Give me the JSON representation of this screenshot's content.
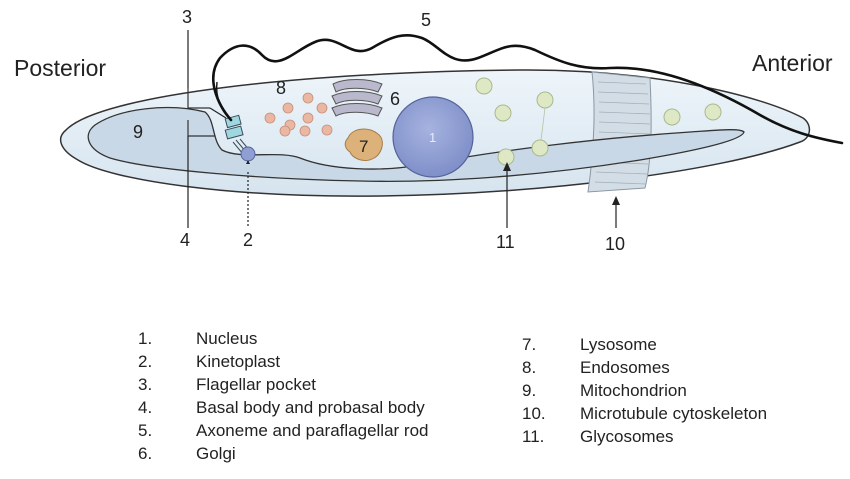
{
  "orientation": {
    "posterior": "Posterior",
    "anterior": "Anterior"
  },
  "callouts": {
    "nucleus": "1",
    "kinetoplast": "2",
    "flagellar_pocket": "3",
    "basal_body": "4",
    "axoneme": "5",
    "golgi": "6",
    "lysosome": "7",
    "endosomes": "8",
    "mitochondrion": "9",
    "microtubule_cytoskeleton": "10",
    "glycosomes": "11"
  },
  "legend_left": [
    {
      "num": "1.",
      "text": "Nucleus"
    },
    {
      "num": "2.",
      "text": "Kinetoplast"
    },
    {
      "num": "3.",
      "text": "Flagellar pocket"
    },
    {
      "num": "4.",
      "text": "Basal body and probasal body"
    },
    {
      "num": "5.",
      "text": "Axoneme and paraflagellar rod"
    },
    {
      "num": "6.",
      "text": "Golgi"
    }
  ],
  "legend_right": [
    {
      "num": "7.",
      "text": "Lysosome"
    },
    {
      "num": "8.",
      "text": "Endosomes"
    },
    {
      "num": "9.",
      "text": "Mitochondrion"
    },
    {
      "num": "10.",
      "text": "Microtubule cytoskeleton"
    },
    {
      "num": "11.",
      "text": "Glycosomes"
    }
  ],
  "colors": {
    "cell_fill": "#e3eef6",
    "mito_fill": "#cad9e7",
    "nucleus": "#8f9fd3",
    "lysosome": "#dcb27a",
    "endosome": "#e8b5a0",
    "golgi": "#b7b6cc",
    "glycosome": "#dfe8c4"
  }
}
